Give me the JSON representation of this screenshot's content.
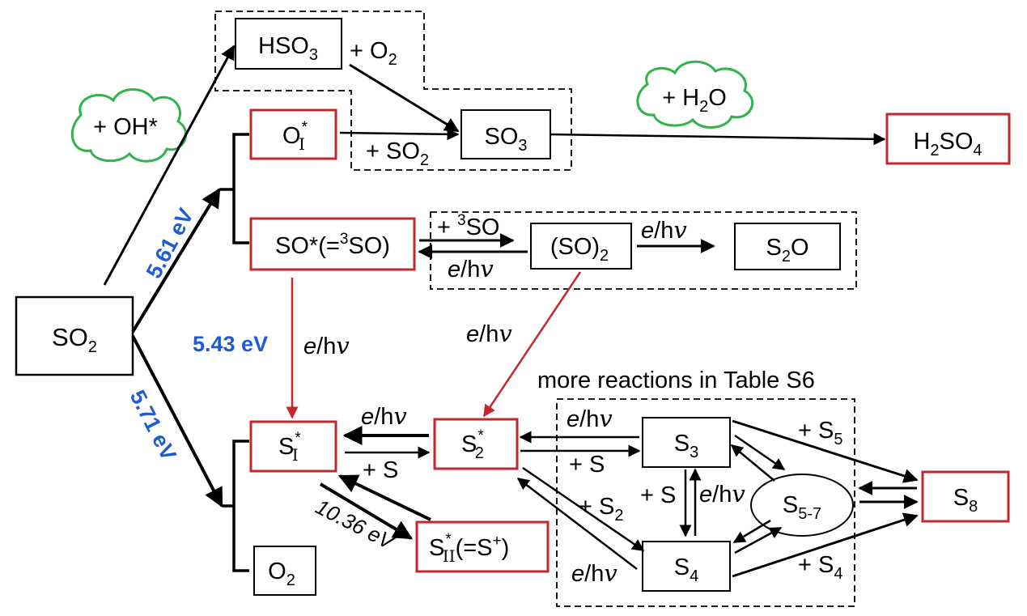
{
  "species": {
    "so2": {
      "base": "SO",
      "sub": "2"
    },
    "hso3": {
      "base": "HSO",
      "sub": "3"
    },
    "oi": {
      "base": "O",
      "sub": "I",
      "sup": "*"
    },
    "so3": {
      "base": "SO",
      "sub": "3"
    },
    "h2so4": {
      "pre": "H",
      "sub1": "2",
      "mid": "SO",
      "sub2": "4"
    },
    "so_star": {
      "pre": "SO*(=",
      "sup": "3",
      "post": "SO)"
    },
    "so_dimer": {
      "pre": "(SO)",
      "sub": "2"
    },
    "s2o": {
      "pre": "S",
      "sub": "2",
      "post": "O"
    },
    "si": {
      "base": "S",
      "sub": "I",
      "sup": "*"
    },
    "s2": {
      "base": "S",
      "sub": "2",
      "sup": "*"
    },
    "s3": {
      "base": "S",
      "sub": "3"
    },
    "s4": {
      "base": "S",
      "sub": "4"
    },
    "s57": {
      "base": "S",
      "sub": "5-7"
    },
    "s8": {
      "base": "S",
      "sub": "8"
    },
    "sii": {
      "base": "S",
      "sub": "II",
      "sup": "*",
      "post": "(=S",
      "post_sup": "+",
      "post_end": ")"
    },
    "o2": {
      "base": "O",
      "sub": "2"
    }
  },
  "clouds": {
    "oh": "+ OH*",
    "h2o": {
      "pre": "+ H",
      "sub": "2",
      "post": "O"
    }
  },
  "energies": {
    "e561": "5.61 eV",
    "e543": "5.43 eV",
    "e571": "5.71 eV",
    "e1036": "10.36 eV"
  },
  "reagents": {
    "plus_o2": {
      "pre": "+ O",
      "sub": "2"
    },
    "plus_so2": {
      "pre": "+ SO",
      "sub": "2"
    },
    "plus_3so": {
      "pre": "+ ",
      "sup": "3",
      "post": "SO"
    },
    "plus_s": "+ S",
    "plus_s2": {
      "pre": "+ S",
      "sub": "2"
    },
    "plus_s5": {
      "pre": "+ S",
      "sub": "5"
    },
    "plus_s4": {
      "pre": "+ S",
      "sub": "4"
    },
    "ehv": {
      "e": "e",
      "slash": "/h",
      "nu": "v"
    }
  },
  "note": "more reactions in Table S6",
  "colors": {
    "red_box": "#c0282d",
    "cloud": "#2fb34a",
    "blue_text": "#1f5bd6"
  }
}
